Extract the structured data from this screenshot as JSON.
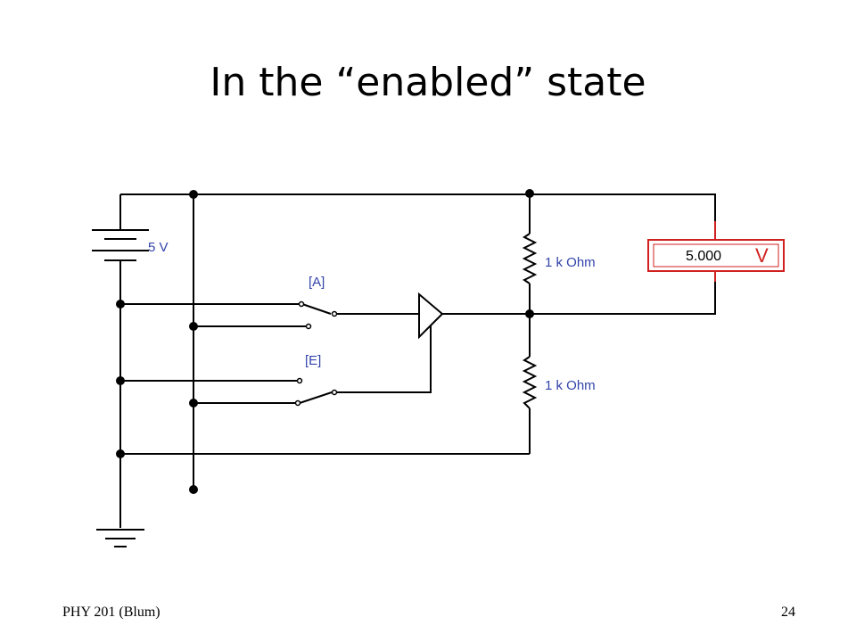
{
  "slide": {
    "title": "In the “enabled” state",
    "footer_left": "PHY 201 (Blum)",
    "page_number": "24"
  },
  "circuit": {
    "battery_label": "5 V",
    "switch_a_label": "[A]",
    "switch_e_label": "[E]",
    "resistor_top_label": "1 k Ohm",
    "resistor_bottom_label": "1 k Ohm",
    "meter_reading": "5.000",
    "meter_unit": "V",
    "meter_color": "#d02020",
    "label_color": "#3344aa"
  }
}
